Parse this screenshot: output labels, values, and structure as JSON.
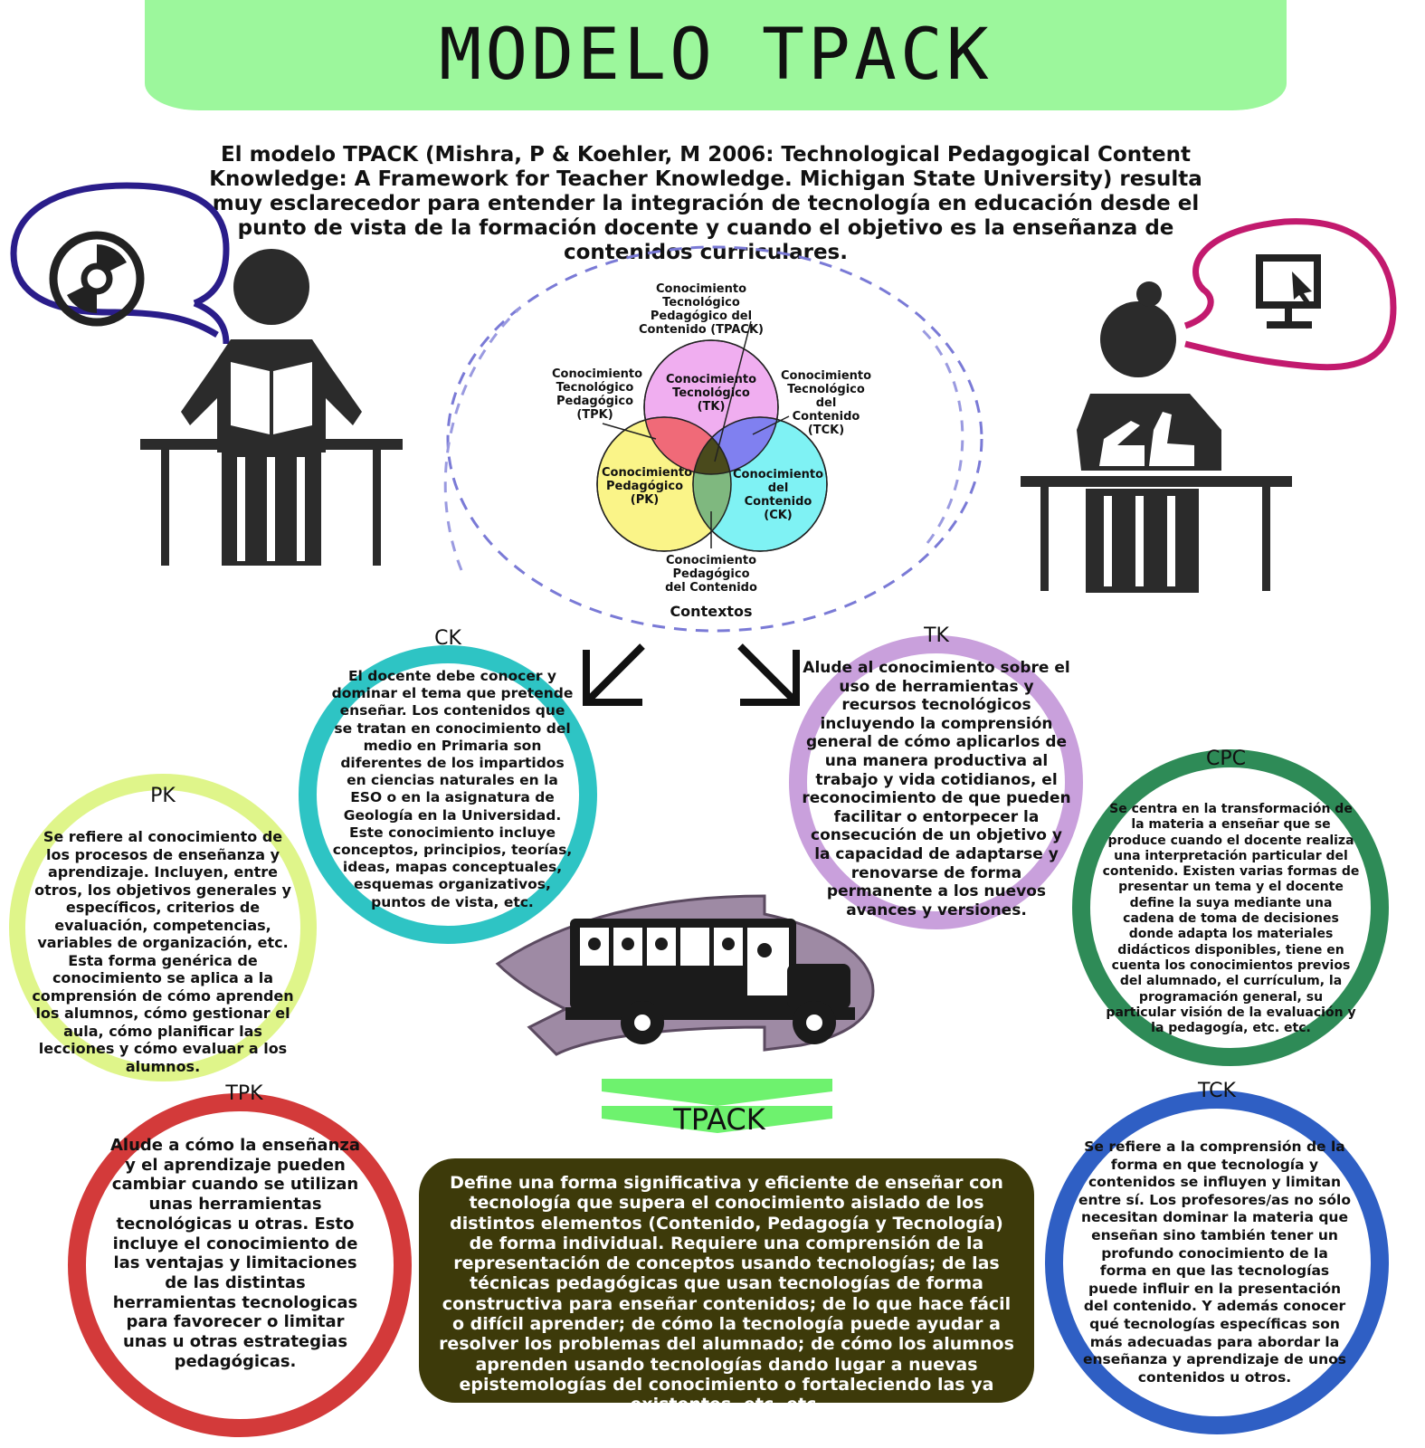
{
  "title": "MODELO TPACK",
  "intro": "El modelo TPACK (Mishra, P & Koehler, M 2006: Technological Pedagogical Content Knowledge: A Framework for Teacher Knowledge. Michigan State University)  resulta muy esclarecedor para entender la integración de tecnología en educación desde el punto de vista de la formación docente y cuando el objetivo es la enseñanza de contenidos curriculares.",
  "venn": {
    "tpack": "Conocimiento Tecnológico Pedagógico del Contenido (TPACK)",
    "tpk": "Conocimiento Tecnológico Pedagógico (TPK)",
    "tck": "Conocimiento Tecnológico del Contenido (TCK)",
    "tk": "Conocimiento Tecnológico (TK)",
    "pk": "Conocimiento Pedagógico (PK)",
    "ck": "Conocimiento del Contenido (CK)",
    "pck": "Conocimiento Pedagógico del Contenido",
    "contexts": "Contextos",
    "colors": {
      "tk": "#f0aef0",
      "pk": "#faf488",
      "ck": "#7ff2f4",
      "tpk": "#f06a78",
      "tck": "#8080f0",
      "pck": "#7fb87f",
      "center": "#4a4a1c"
    }
  },
  "cards": {
    "ck": {
      "head": "CK",
      "color": "#2ec4c4",
      "text": "El docente debe conocer y dominar el tema que pretende enseñar. Los contenidos que se tratan en conocimiento del medio en Primaria son diferentes de los impartidos en ciencias naturales en la ESO o en la asignatura de Geología en la Universidad. Este conocimiento incluye conceptos, principios, teorías, ideas, mapas conceptuales, esquemas organizativos, puntos de vista, etc."
    },
    "tk": {
      "head": "TK",
      "color": "#c9a0dc",
      "text": "Alude al conocimiento sobre el uso de herramientas y recursos tecnológicos incluyendo la comprensión general de cómo aplicarlos de una manera productiva al trabajo y vida cotidianos, el reconocimiento de que pueden facilitar o entorpecer la consecución de un objetivo y la capacidad de adaptarse y renovarse de forma permanente a los nuevos avances y versiones."
    },
    "pk": {
      "head": "PK",
      "color": "#dff58a",
      "text": "Se refiere al conocimiento de los procesos de enseñanza y aprendizaje. Incluyen, entre otros, los objetivos generales y específicos, criterios de evaluación, competencias, variables de organización, etc. Esta forma genérica de conocimiento se aplica a la comprensión de cómo aprenden los alumnos, cómo gestionar el aula, cómo planificar las lecciones y cómo evaluar a los alumnos."
    },
    "cpc": {
      "head": "CPC",
      "color": "#2e8b57",
      "text": "Se centra en la transformación de la materia a enseñar que se produce cuando el docente realiza una interpretación particular del contenido. Existen varias formas de presentar un tema y el docente define la suya mediante una cadena de toma de decisiones donde adapta los materiales didácticos disponibles, tiene en cuenta los conocimientos previos del alumnado, el currículum, la programación general, su particular visión de la evaluación y la pedagogía, etc. etc."
    },
    "tpk": {
      "head": "TPK",
      "color": "#d33a3a",
      "text": "Alude a cómo la enseñanza y el aprendizaje pueden cambiar cuando se utilizan unas herramientas tecnológicas u otras. Esto incluye el conocimiento de las ventajas y limitaciones de las distintas herramientas tecnologicas para favorecer o limitar unas u otras estrategias pedagógicas."
    },
    "tck": {
      "head": "TCK",
      "color": "#2f5fc4",
      "text": "Se refiere a la comprensión de la forma en que tecnología y contenidos se influyen y limitan entre sí. Los profesores/as no sólo necesitan dominar la materia que enseñan sino también tener un profundo conocimiento de la forma en que las tecnologías puede influir en la presentación del contenido. Y además conocer qué tecnologías específicas son más adecuadas para abordar la enseñanza y aprendizaje de unos contenidos u otros."
    }
  },
  "tpack": {
    "label": "TPACK",
    "text": "Define una forma significativa y eficiente de enseñar con tecnología que supera el conocimiento aislado de los distintos elementos (Contenido, Pedagogía y Tecnología) de forma individual. Requiere una comprensión de la representación de conceptos usando tecnologías; de las técnicas pedagógicas que usan tecnologías de forma constructiva para enseñar contenidos; de lo que hace fácil o difícil aprender; de cómo la tecnología puede ayudar a resolver los problemas del alumnado; de cómo los alumnos aprenden usando tecnologías dando lugar a nuevas epistemologías del conocimiento o fortaleciendo las ya existentes, etc. etc."
  },
  "icons": [
    "disc-icon",
    "computer-cursor-icon",
    "reading-student-icon",
    "writing-student-icon",
    "bus-icon",
    "arrow-down-left-icon",
    "arrow-down-right-icon"
  ]
}
